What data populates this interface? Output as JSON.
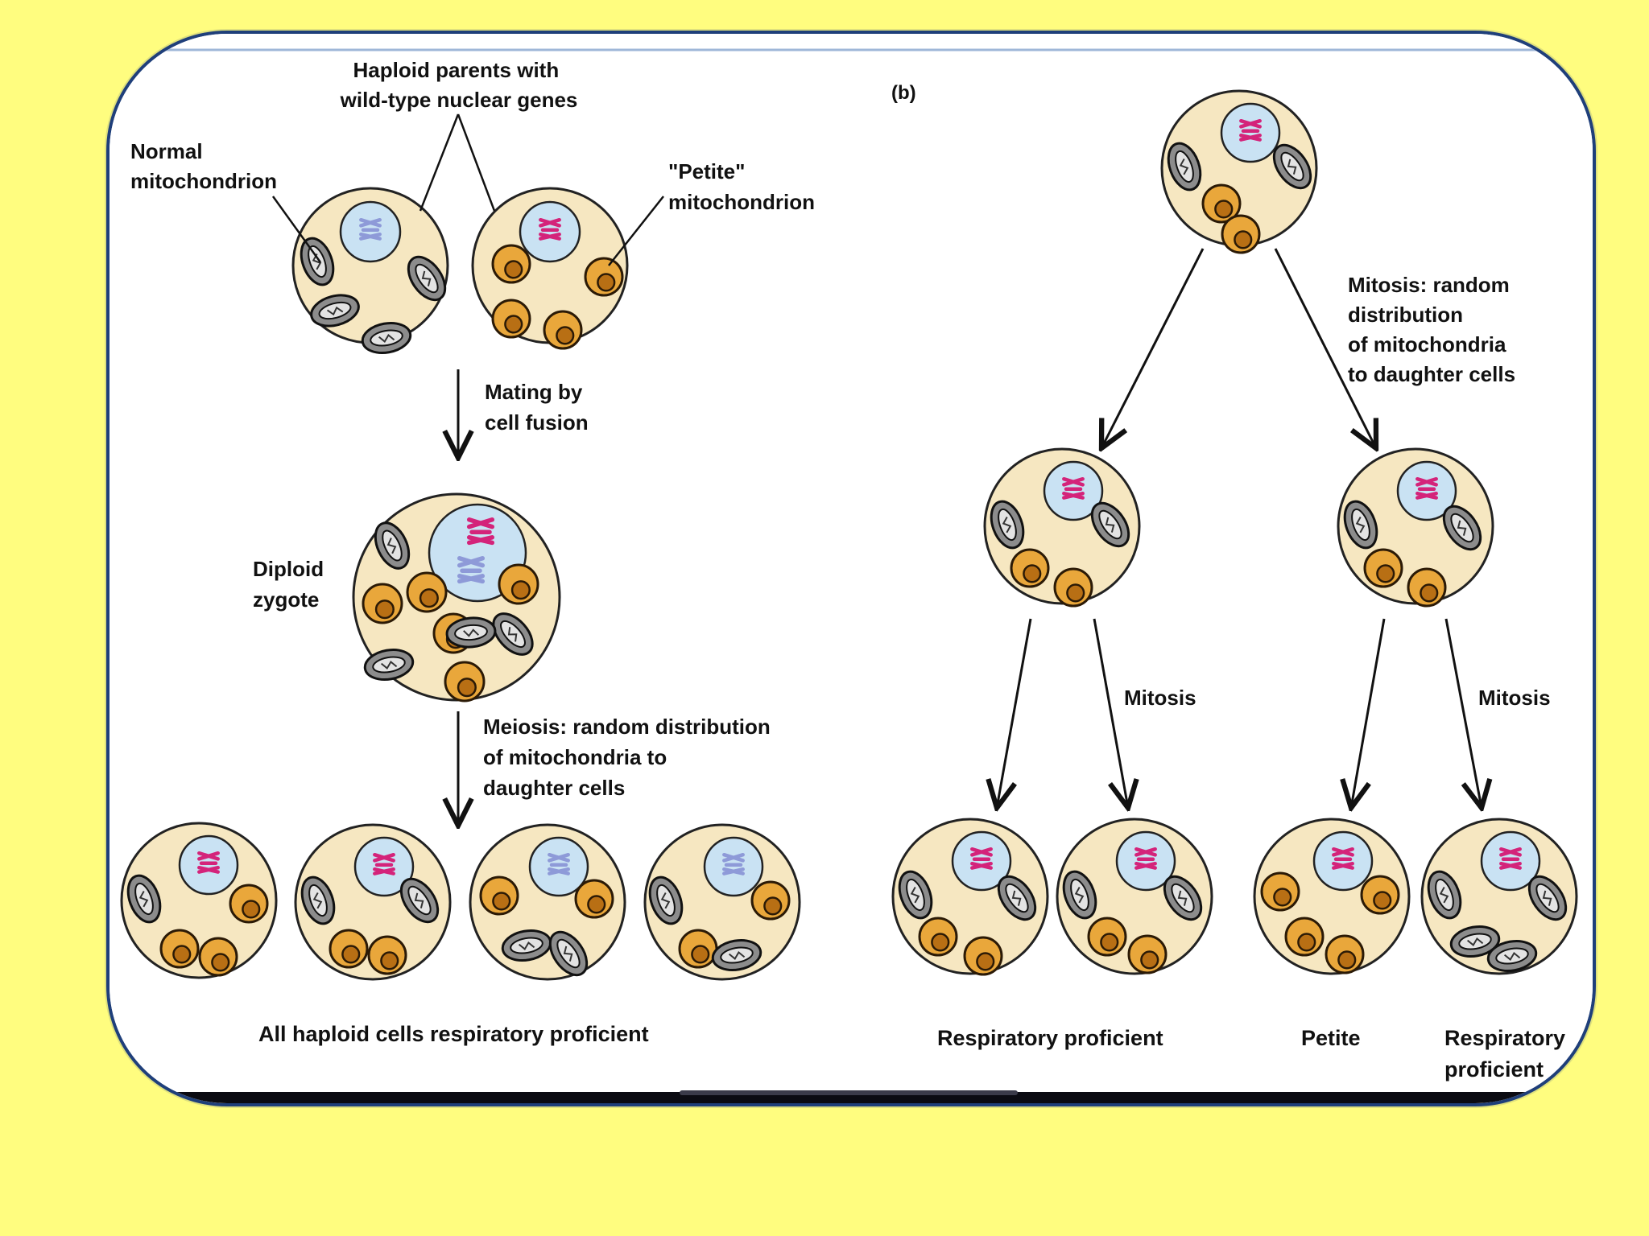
{
  "panel_b_label": "(b)",
  "panel_a": {
    "parents_label": [
      "Haploid parents with",
      "wild-type nuclear genes"
    ],
    "normal_mito_label": [
      "Normal",
      "mitochondrion"
    ],
    "petite_mito_label": [
      "\"Petite\"",
      "mitochondrion"
    ],
    "mating_label": [
      "Mating by",
      "cell fusion"
    ],
    "zygote_label": [
      "Diploid",
      "zygote"
    ],
    "meiosis_label": [
      "Meiosis: random distribution",
      "of mitochondria to",
      "daughter cells"
    ],
    "result_label": "All haploid cells respiratory proficient"
  },
  "panel_b": {
    "mitosis_top_label": [
      "Mitosis: random",
      "distribution",
      "of mitochondria",
      "to daughter cells"
    ],
    "mitosis_left_label": "Mitosis",
    "mitosis_right_label": "Mitosis",
    "result_left": "Respiratory proficient",
    "result_petite": "Petite",
    "result_right": [
      "Respiratory",
      "proficient"
    ]
  },
  "colors": {
    "background": "#FFFD7F",
    "frame_border": "#1f3f7a",
    "cell_fill": "#F6E7C1",
    "nucleus_fill": "#C9E2F3",
    "petite_fill": "#E9A73B",
    "normal_fill": "#8C8C8C",
    "chromosome_magenta": "#D4237A",
    "chromosome_lavender": "#8E9AD8"
  }
}
